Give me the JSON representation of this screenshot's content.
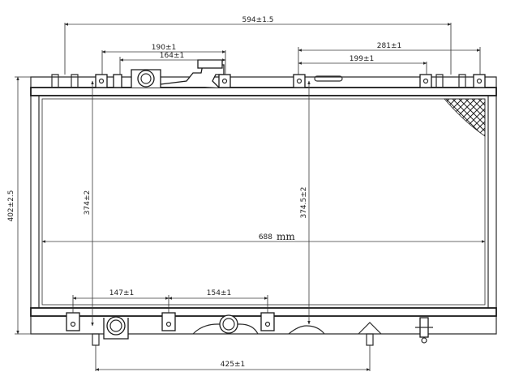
{
  "dimensions": {
    "top_overall": "594±1.5",
    "left_outer": "190±1",
    "left_inner": "164±1",
    "right_outer": "281±1",
    "right_inner": "199±1",
    "height_total": "402±2.5",
    "height_left": "374±2",
    "height_right": "374.5±2",
    "core_width_value": "688",
    "core_width_unit": "mm",
    "bottom_left": "147±1",
    "bottom_mid": "154±1",
    "bottom_overall": "425±1"
  }
}
